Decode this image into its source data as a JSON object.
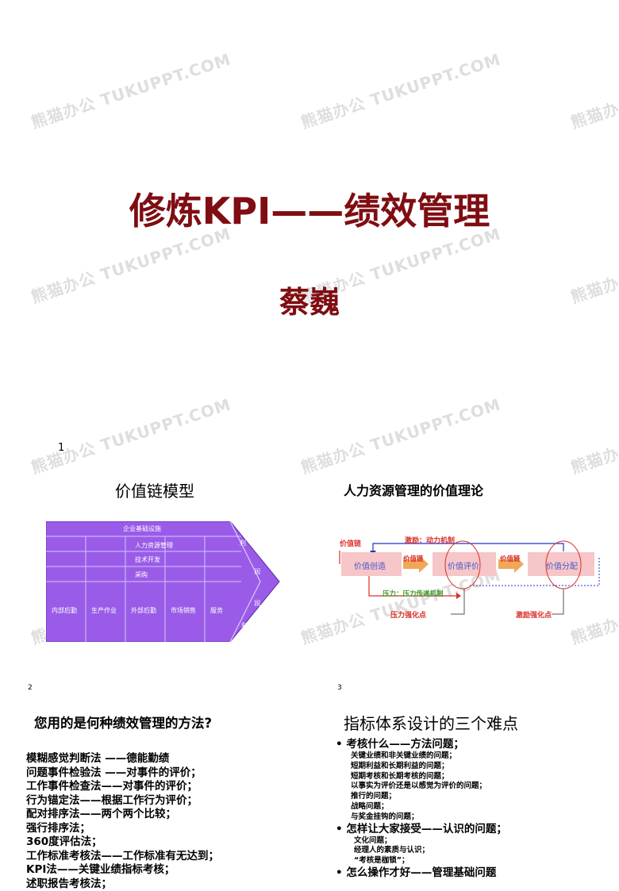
{
  "watermark": "熊猫办公 TUKUPPT.COM",
  "cover": {
    "title": "修炼KPI——绩效管理",
    "author": "蔡巍",
    "page_number": "1"
  },
  "slide_left_1": {
    "title": "价值链模型",
    "support_rows": [
      "企业基础设施",
      "人力资源管理",
      "技术开发",
      "采购"
    ],
    "primary": [
      "内部后勤",
      "生产作业",
      "外部后勤",
      "市场销售",
      "服务"
    ],
    "margin_chars": [
      "利",
      "润",
      "润",
      "利"
    ],
    "page_number": "2"
  },
  "slide_right_1": {
    "title": "人力资源管理的价值理论",
    "value_chain_label": "价值链",
    "boxes": [
      "价值创造",
      "价值评价",
      "价值分配"
    ],
    "arrow_label": "价值链",
    "incentive_label": "激励：动力机制",
    "pressure_label": "压力：压力传递机制",
    "pressure_point": "压力强化点",
    "incentive_point": "激励强化点",
    "page_number": "3"
  },
  "slide_left_2": {
    "title": "您用的是何种绩效管理的方法?",
    "methods": [
      "模糊感觉判断法 ——德能勤绩",
      "问题事件检验法 ——对事件的评价；",
      "工作事件检查法——对事件的评价；",
      "行为锚定法——根据工作行为评价；",
      "配对排序法——两个两个比较；",
      "强行排序法；",
      "360度评估法；",
      "工作标准考核法——工作标准有无达到；",
      "KPI法——关键业绩指标考核；",
      "述职报告考核法；"
    ]
  },
  "slide_right_2": {
    "title": "指标体系设计的三个难点",
    "q1": "考核什么——方法问题；",
    "q1_items": [
      "关键业绩和非关键业绩的问题；",
      "短期利益和长期利益的问题；",
      "短期考核和长期考核的问题；",
      "以事实为评价还是以感觉为评价的问题；",
      "推行的问题；",
      "战略问题；",
      "与奖金挂钩的问题；"
    ],
    "q2": "怎样让大家接受——认识的问题；",
    "q2_items": [
      "文化问题；",
      "经理人的素质与认识；",
      "“考核是枷锁”；"
    ],
    "q3": "怎么操作才好——管理基础问题"
  }
}
